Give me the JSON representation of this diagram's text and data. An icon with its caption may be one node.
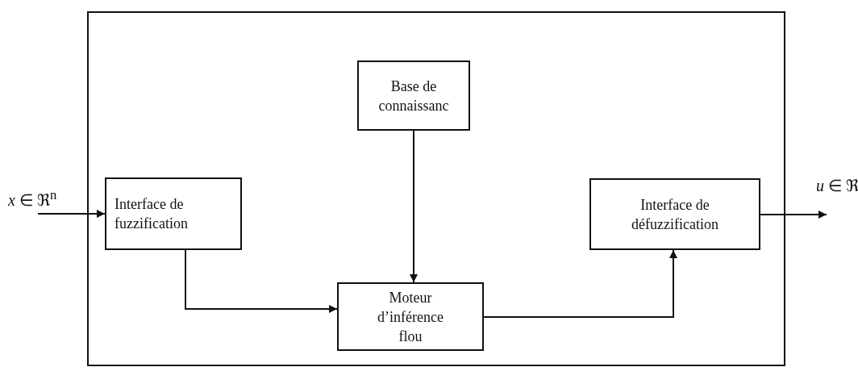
{
  "diagram": {
    "nodes": [
      {
        "text": [],
        "shape": "box"
      },
      {
        "text": [
          "Base de connaissanc"
        ],
        "in": 0
      },
      {
        "text": [
          "Interface de fuzzification"
        ],
        "in": 0
      },
      {
        "text": [
          "Moteur d’inférence flou"
        ],
        "in": 0
      },
      {
        "text": [
          "Interface de défuzzification"
        ],
        "in": 0
      }
    ],
    "edges": [
      {
        "from": null,
        "to": 2,
        "arrow": "to",
        "label": "*x* ∈ ℜ$^{n}$"
      },
      {
        "from": 1,
        "to": 3,
        "arrow": "to"
      },
      {
        "from": 2,
        "to": 3,
        "arrow": "to"
      },
      {
        "from": 3,
        "to": 4,
        "arrow": "to"
      },
      {
        "from": 4,
        "to": null,
        "arrow": "to",
        "label": "*u* ∈ ℜ"
      }
    ]
  }
}
